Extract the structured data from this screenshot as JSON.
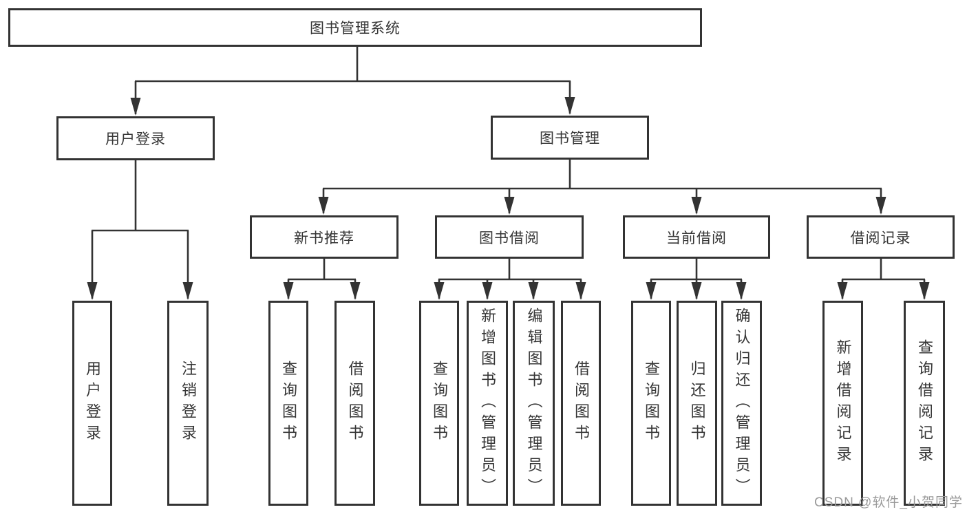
{
  "diagram": {
    "title": "图书管理系统",
    "nodes": {
      "root": "图书管理系统",
      "user_login": "用户登录",
      "book_management": "图书管理",
      "new_book_recommend": "新书推荐",
      "book_borrowing": "图书借阅",
      "current_borrowing": "当前借阅",
      "borrowing_records": "借阅记录",
      "user_login_leaf": "用户登录",
      "logout_leaf": "注销登录",
      "query_book_recommend": "查询图书",
      "borrow_book_recommend": "借阅图书",
      "query_book_borrowing": "查询图书",
      "add_book_admin": "新增图书（管理员）",
      "edit_book_admin": "编辑图书（管理员）",
      "borrow_book_borrowing": "借阅图书",
      "query_book_current": "查询图书",
      "return_book": "归还图书",
      "confirm_return_admin": "确认归还（管理员）",
      "add_borrow_record": "新增借阅记录",
      "query_borrow_record": "查询借阅记录"
    },
    "hierarchy": {
      "图书管理系统": {
        "用户登录": [
          "用户登录",
          "注销登录"
        ],
        "图书管理": {
          "新书推荐": [
            "查询图书",
            "借阅图书"
          ],
          "图书借阅": [
            "查询图书",
            "新增图书（管理员）",
            "编辑图书（管理员）",
            "借阅图书"
          ],
          "当前借阅": [
            "查询图书",
            "归还图书",
            "确认归还（管理员）"
          ],
          "借阅记录": [
            "新增借阅记录",
            "查询借阅记录"
          ]
        }
      }
    },
    "colors": {
      "line": "#333333",
      "box_border": "#333333",
      "text": "#363636",
      "background": "#ffffff",
      "watermark_text": "#9a9a9a"
    }
  },
  "watermark": "CSDN @软件_小贺同学"
}
